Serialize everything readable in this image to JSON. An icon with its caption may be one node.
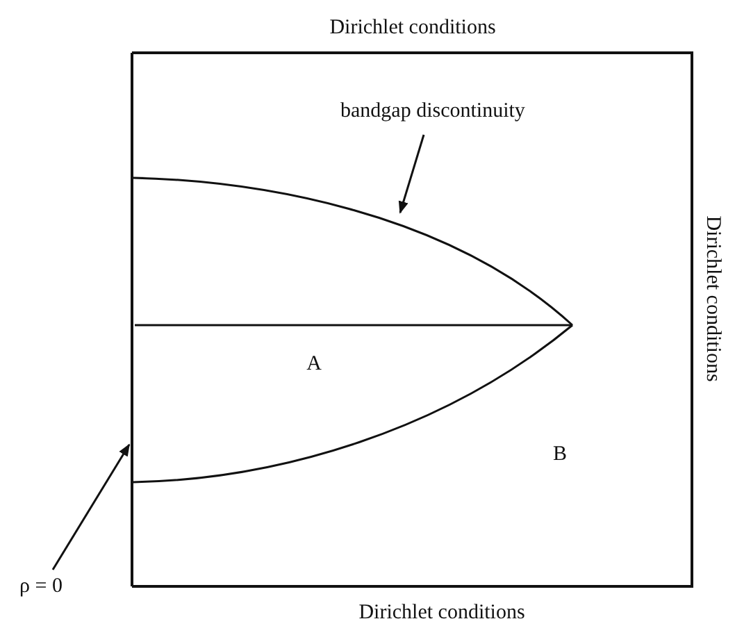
{
  "diagram": {
    "nodes": [
      {
        "text": [
          "bandgap discontinuity"
        ]
      },
      {
        "text": [],
        "shape": "curve"
      },
      {
        "text": [
          "ρ = 0"
        ]
      },
      {
        "text": [],
        "shape": "line"
      }
    ],
    "edges": [
      {
        "from": 0,
        "to": 1,
        "arrow": "to"
      },
      {
        "from": 2,
        "to": 3,
        "arrow": "to"
      }
    ],
    "labels": [
      "Dirichlet conditions",
      "Dirichlet conditions",
      "A",
      "B",
      "Dirichlet conditions"
    ]
  }
}
